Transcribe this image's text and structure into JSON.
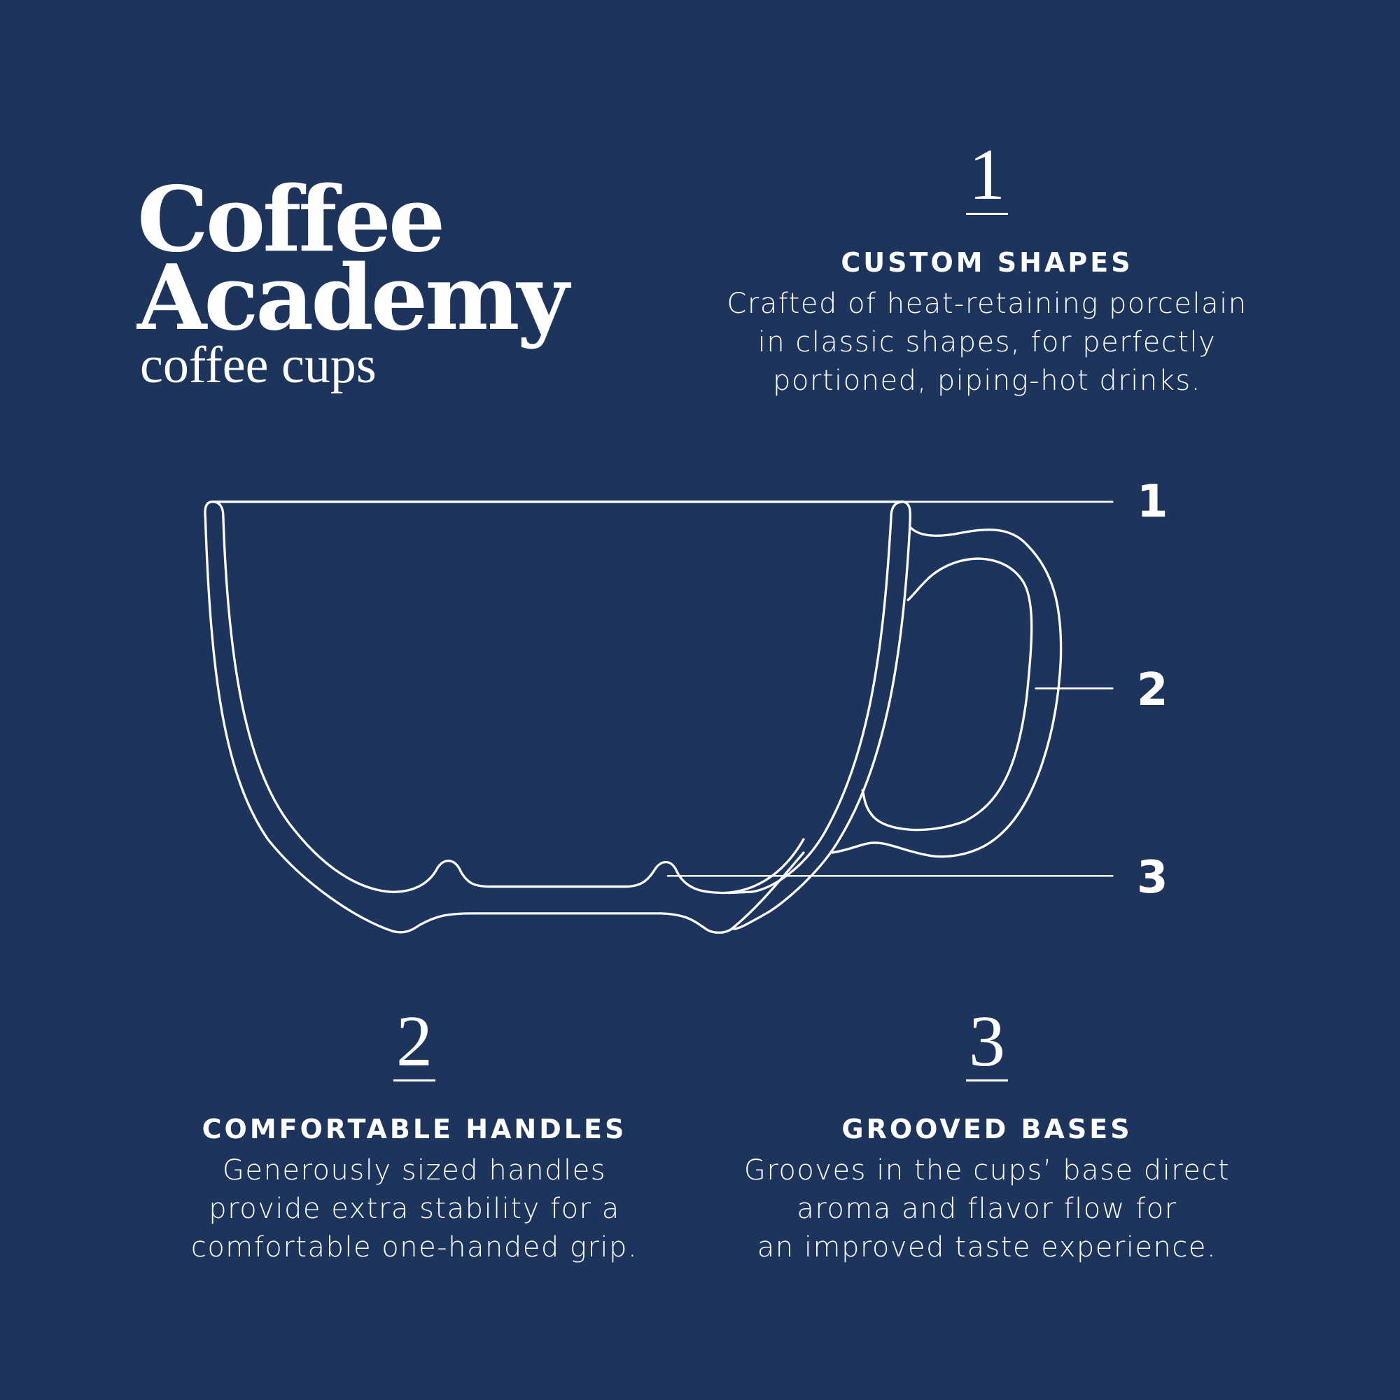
{
  "header": {
    "title_line1": "Coffee",
    "title_line2": "Academy",
    "subtitle": "coffee cups"
  },
  "diagram": {
    "subject": "coffee-cup-cross-section",
    "stroke_color": "#ffffff",
    "callouts": [
      {
        "number": "1",
        "target": "rim"
      },
      {
        "number": "2",
        "target": "handle"
      },
      {
        "number": "3",
        "target": "grooved-base"
      }
    ]
  },
  "features": [
    {
      "number": "1",
      "heading": "CUSTOM SHAPES",
      "description_lines": [
        "Crafted of heat-retaining porcelain",
        "in classic shapes, for perfectly",
        "portioned, piping-hot drinks."
      ]
    },
    {
      "number": "2",
      "heading": "COMFORTABLE HANDLES",
      "description_lines": [
        "Generously sized handles",
        "provide extra stability for a",
        "comfortable one-handed grip."
      ]
    },
    {
      "number": "3",
      "heading": "GROOVED BASES",
      "description_lines": [
        "Grooves in the cups’ base direct",
        "aroma and flavor flow for",
        "an improved taste experience."
      ]
    }
  ],
  "colors": {
    "background": "#1d355d",
    "foreground": "#ffffff"
  }
}
